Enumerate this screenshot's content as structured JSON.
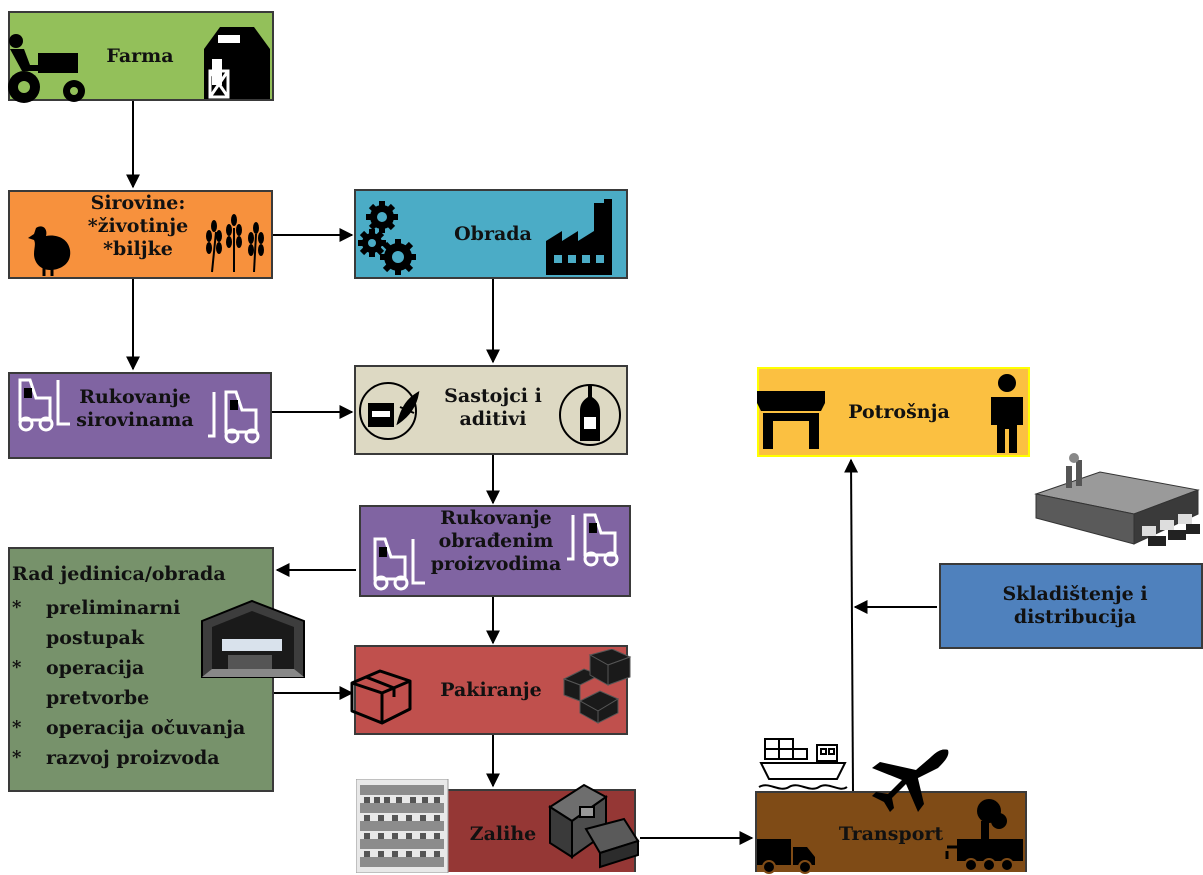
{
  "colors": {
    "farma": "#93c05a",
    "sirovine": "#f7913d",
    "obrada": "#4bacc6",
    "rukovanje": "#8064a2",
    "sastojci": "#ddd9c3",
    "rad": "#77926b",
    "pakiranje": "#c0504d",
    "zalihe": "#953735",
    "transport": "#7f4b16",
    "potrosnja": "#fbc041",
    "potrosnja_border": "#ffff00",
    "skladistenje": "#4f81bd",
    "arrow": "#000000"
  },
  "nodes": {
    "farma": {
      "lines": [
        "Farma"
      ]
    },
    "sirovine": {
      "lines": [
        "Sirovine:",
        "*životinje",
        "*biljke"
      ]
    },
    "obrada": {
      "lines": [
        "Obrada"
      ]
    },
    "rukovanje_sirovinama": {
      "lines": [
        "Rukovanje",
        "sirovinama"
      ]
    },
    "sastojci": {
      "lines": [
        "Sastojci i",
        "aditivi"
      ]
    },
    "rukovanje_obradenim": {
      "lines": [
        "Rukovanje",
        "obrađenim",
        "proizvodima"
      ]
    },
    "rad": {
      "title": "Rad jedinica/obrada",
      "bullets": [
        {
          "star": "*",
          "text": "preliminarni"
        },
        {
          "star": "",
          "text": "postupak"
        },
        {
          "star": "*",
          "text": "operacija"
        },
        {
          "star": "",
          "text": "pretvorbe"
        },
        {
          "star": "*",
          "text": "operacija  očuvanja"
        },
        {
          "star": "*",
          "text": "razvoj proizvoda"
        }
      ]
    },
    "pakiranje": {
      "lines": [
        "Pakiranje"
      ]
    },
    "zalihe": {
      "lines": [
        "Zalihe"
      ]
    },
    "transport": {
      "lines": [
        "Transport"
      ]
    },
    "potrosnja": {
      "lines": [
        "Potrošnja"
      ]
    },
    "skladistenje": {
      "lines": [
        "Skladištenje  i",
        "distribucija"
      ]
    }
  },
  "icons": [
    "tractor-icon",
    "barn-icon",
    "chicken-icon",
    "wheat-icon",
    "gears-icon",
    "factory-icon",
    "forklift-icon",
    "ingredients-icon",
    "bottle-icon",
    "warehouse-icon",
    "box-icon",
    "packaging-icon",
    "shelves-icon",
    "crate-icon",
    "truck-icon",
    "ship-icon",
    "airplane-icon",
    "train-icon",
    "store-icon",
    "person-icon",
    "distribution-center-icon"
  ]
}
